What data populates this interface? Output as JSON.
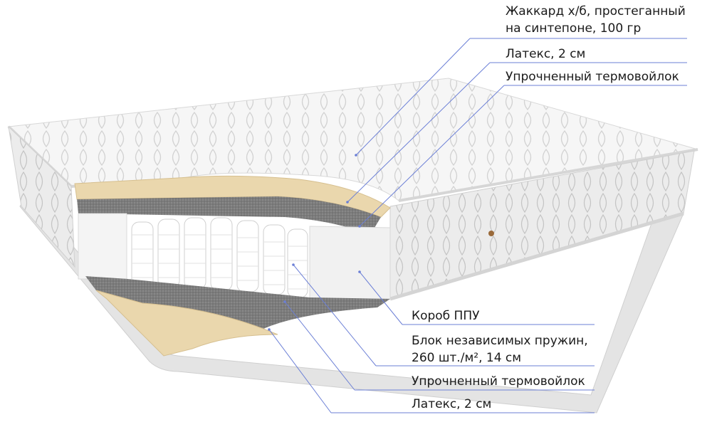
{
  "layers_top": [
    {
      "line1": "Жаккард х/б, простеганный",
      "line2": "на синтепоне, 100 гр"
    },
    {
      "line1": "Латекс, 2 см"
    },
    {
      "line1": "Упрочненный термовойлок"
    }
  ],
  "layers_bottom": [
    {
      "line1": "Короб ППУ"
    },
    {
      "line1": "Блок независимых пружин,",
      "line2": "260 шт./м², 14 см"
    },
    {
      "line1": "Упрочненный термовойлок"
    },
    {
      "line1": "Латекс, 2 см"
    }
  ],
  "colors": {
    "leader_line": "#6b7fd6",
    "latex": "#e8d4a8",
    "felt": "#7a7a7a",
    "fabric": "#f2f2f2"
  }
}
